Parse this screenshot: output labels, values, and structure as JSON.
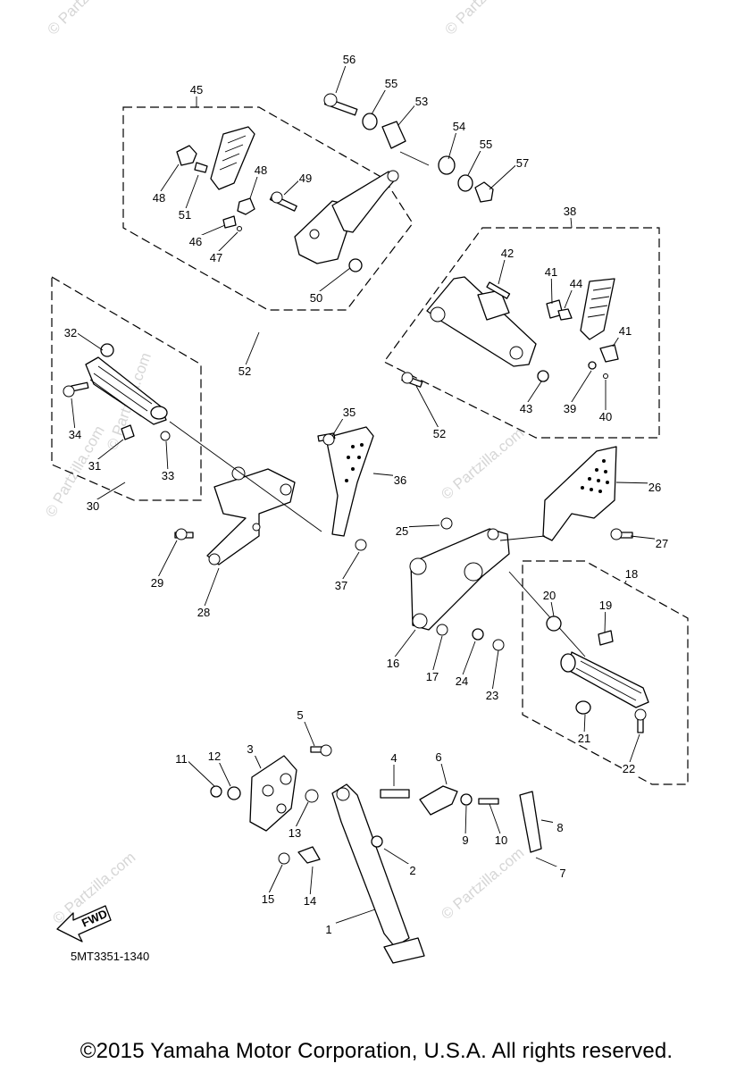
{
  "watermark": "© Partzilla.com",
  "reference_code": "5MT3351-1340",
  "fwd_label": "FWD",
  "copyright": "©2015 Yamaha Motor Corporation, U.S.A. All rights reserved.",
  "callouts": [
    "1",
    "2",
    "3",
    "4",
    "5",
    "6",
    "7",
    "8",
    "9",
    "10",
    "11",
    "12",
    "13",
    "14",
    "15",
    "16",
    "17",
    "18",
    "19",
    "20",
    "21",
    "22",
    "23",
    "24",
    "25",
    "26",
    "27",
    "28",
    "29",
    "30",
    "31",
    "32",
    "33",
    "34",
    "35",
    "36",
    "37",
    "38",
    "39",
    "40",
    "41",
    "41",
    "42",
    "43",
    "44",
    "45",
    "46",
    "47",
    "48",
    "48",
    "49",
    "50",
    "51",
    "52",
    "52",
    "53",
    "54",
    "55",
    "55",
    "56",
    "57"
  ]
}
